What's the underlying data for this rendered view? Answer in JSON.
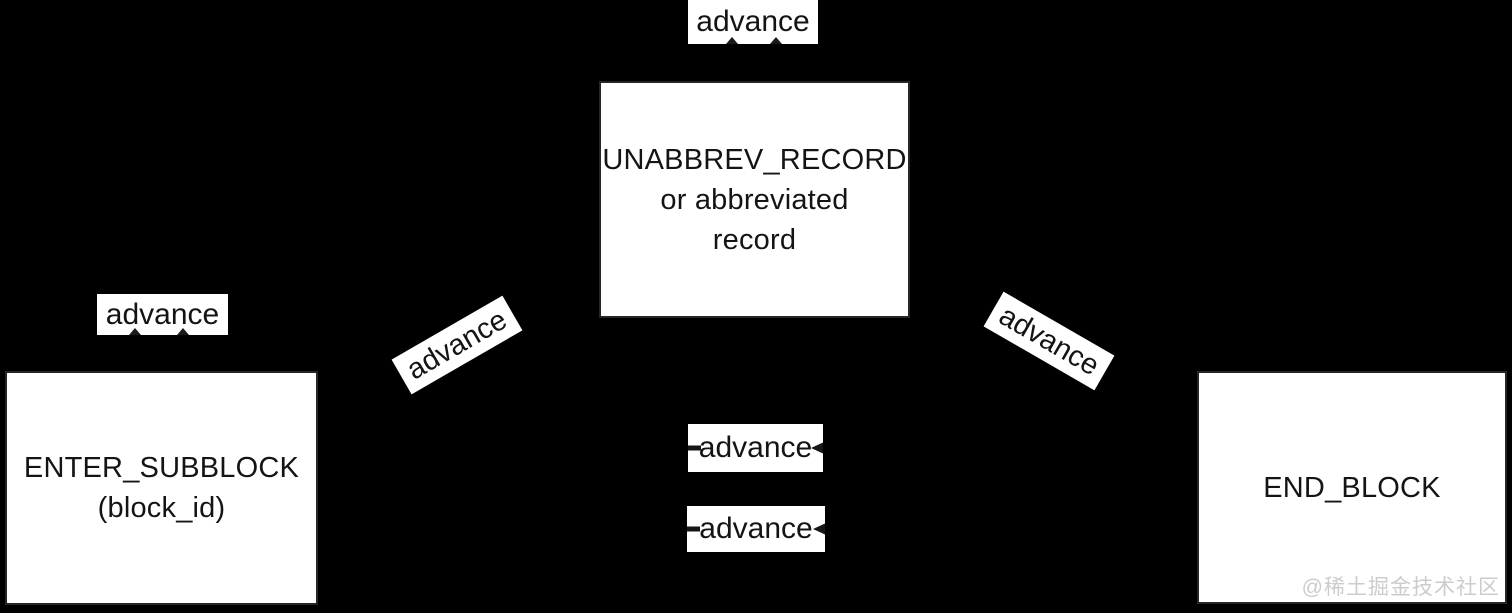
{
  "diagram": {
    "nodes": [
      {
        "id": "unabbrev-record",
        "lines": [
          "UNABBREV_RECORD",
          "or abbreviated",
          "record"
        ]
      },
      {
        "id": "enter-subblock",
        "lines": [
          "ENTER_SUBBLOCK",
          "(block_id)"
        ]
      },
      {
        "id": "end-block",
        "lines": [
          "END_BLOCK"
        ]
      }
    ],
    "edge_labels": [
      {
        "id": "top-self-loop",
        "text": "advance"
      },
      {
        "id": "left-self-loop",
        "text": "advance"
      },
      {
        "id": "diagonal-left",
        "text": "advance"
      },
      {
        "id": "diagonal-right",
        "text": "advance"
      },
      {
        "id": "middle-upper",
        "text": "advance"
      },
      {
        "id": "middle-lower",
        "text": "advance"
      }
    ],
    "watermark": "@稀土掘金技术社区",
    "colors": {
      "background": "#000000",
      "node_fill": "#ffffff",
      "node_border": "#262626",
      "text": "#141414",
      "watermark": "#c7c7c7"
    }
  }
}
